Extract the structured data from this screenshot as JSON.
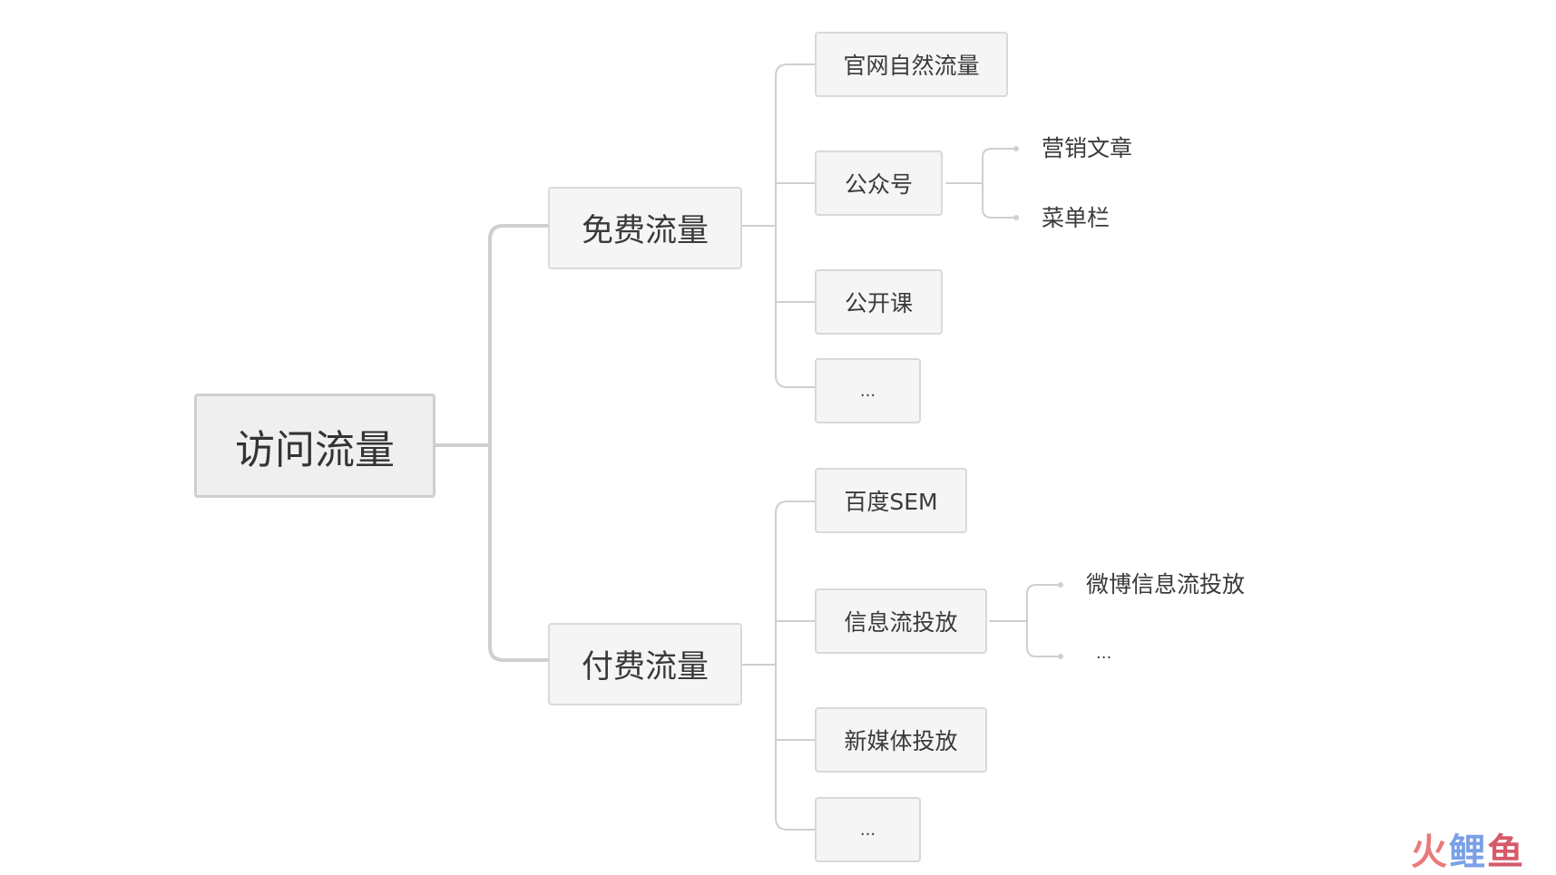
{
  "root": {
    "label": "访问流量"
  },
  "branches": {
    "free": {
      "label": "免费流量",
      "children": [
        {
          "label": "官网自然流量"
        },
        {
          "label": "公众号",
          "children": [
            {
              "label": "营销文章"
            },
            {
              "label": "菜单栏"
            }
          ]
        },
        {
          "label": "公开课"
        },
        {
          "label": "..."
        }
      ]
    },
    "paid": {
      "label": "付费流量",
      "children": [
        {
          "label": "百度SEM"
        },
        {
          "label": "信息流投放",
          "children": [
            {
              "label": "微博信息流投放"
            },
            {
              "label": "..."
            }
          ]
        },
        {
          "label": "新媒体投放"
        },
        {
          "label": "..."
        }
      ]
    }
  },
  "watermark": {
    "part1": "火",
    "part2": "鲤",
    "part3": "鱼"
  },
  "colors": {
    "connector": "#cfcfcf",
    "node_fill": "#f5f5f5",
    "node_border": "#d9d9d9",
    "text": "#3a3a3a"
  }
}
